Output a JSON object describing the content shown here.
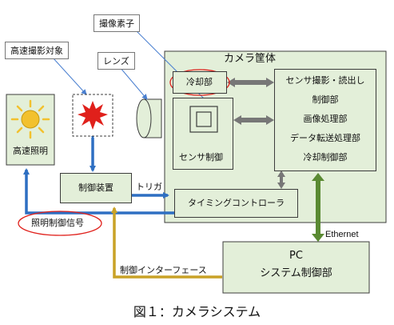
{
  "camera_housing": {
    "title": "カメラ筐体"
  },
  "cooling": {
    "label": "冷却部"
  },
  "sensor_control": {
    "label": "センサ制御"
  },
  "capture_control": {
    "lines": [
      "センサ撮影・読出し",
      "制御部",
      "画像処理部",
      "データ転送処理部",
      "冷却制御部"
    ]
  },
  "timing": {
    "label": "タイミングコントローラ"
  },
  "controller": {
    "label": "制御装置"
  },
  "lighting": {
    "label": "高速照明"
  },
  "pc": {
    "line1": "PC",
    "line2": "システム制御部"
  },
  "callouts": {
    "sensor": "撮像素子",
    "target": "高速撮影対象",
    "lens": "レンズ"
  },
  "signals": {
    "trigger": "トリガ",
    "lighting_signal": "照明制御信号",
    "ethernet": "Ethernet",
    "control_interface": "制御インターフェース"
  },
  "caption": "図１：カメラシステム",
  "colors": {
    "blue": "#2e6fc2",
    "gold": "#c9a227",
    "green": "#5a8a32",
    "gray": "#777777",
    "red": "#e0201b",
    "yellow": "#f2c12e"
  }
}
